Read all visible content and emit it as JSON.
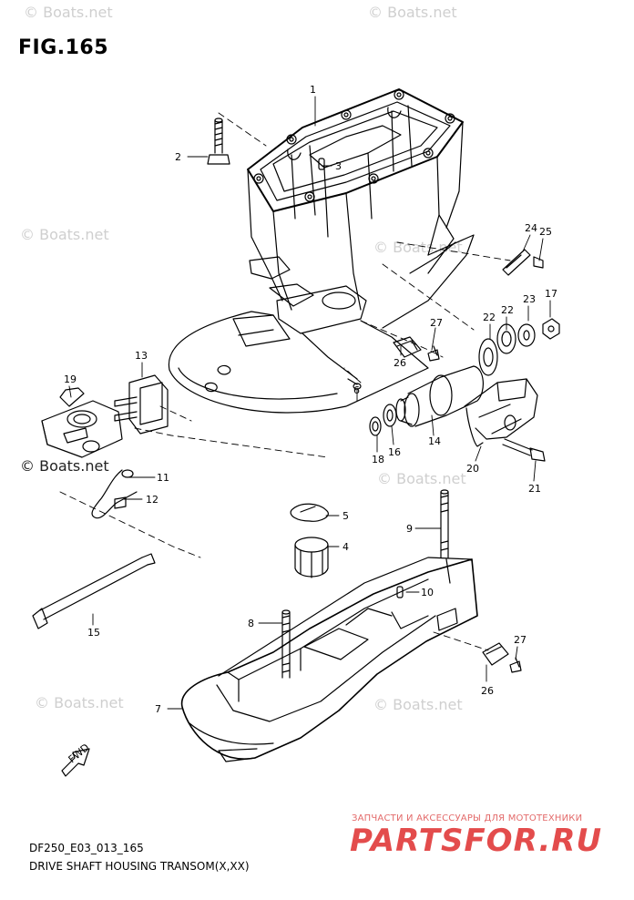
{
  "figure": {
    "title": "FIG.165",
    "code": "DF250_E03_013_165",
    "name": "DRIVE SHAFT HOUSING TRANSOM(X,XX)"
  },
  "watermark": {
    "text": "© Boats.net"
  },
  "brand": {
    "tagline": "ЗАПЧАСТИ И АКСЕССУАРЫ ДЛЯ МОТОТЕХНИКИ",
    "logo": "PARTSFOR.RU"
  },
  "fwd_label": "FWD",
  "callouts": [
    "1",
    "2",
    "3",
    "4",
    "5",
    "6",
    "7",
    "8",
    "9",
    "10",
    "11",
    "12",
    "13",
    "14",
    "15",
    "16",
    "17",
    "18",
    "19",
    "20",
    "21",
    "22",
    "22",
    "23",
    "24",
    "25",
    "26",
    "26",
    "27",
    "27"
  ]
}
